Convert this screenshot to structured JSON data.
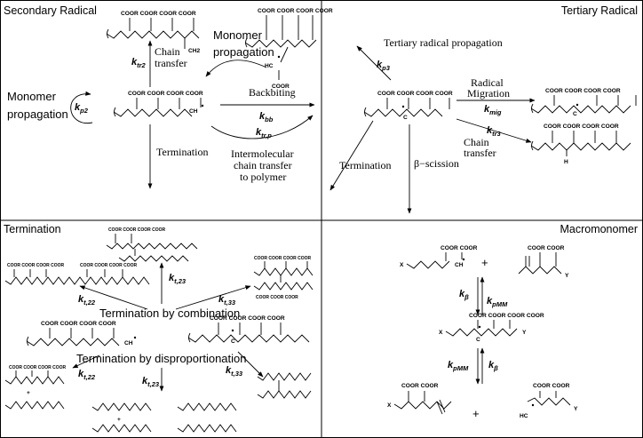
{
  "panels": {
    "secondary": "Secondary Radical",
    "tertiary": "Tertiary Radical",
    "termination": "Termination",
    "macromonomer": "Macromonomer"
  },
  "labels": {
    "monomer_propagation_line1": "Monomer",
    "monomer_propagation_line2": "propagation",
    "monomer_propagation_top_line1": "Monomer",
    "monomer_propagation_top_line2": "propagation",
    "chain_transfer_line1": "Chain",
    "chain_transfer_line2": "transfer",
    "backbiting": "Backbiting",
    "intermolecular_line1": "Intermolecular",
    "intermolecular_line2": "chain transfer",
    "intermolecular_line3": "to polymer",
    "termination_secondary": "Termination",
    "tertiary_radical_propagation": "Tertiary radical propagation",
    "radical_migration_line1": "Radical",
    "radical_migration_line2": "Migration",
    "chain_transfer_tert_line1": "Chain",
    "chain_transfer_tert_line2": "transfer",
    "termination_tertiary": "Termination",
    "beta_scission": "β−scission",
    "termination_by_combination": "Termination by combination",
    "termination_by_disproportionation": "Termination by disproportionation"
  },
  "rate_constants": {
    "ktr2": {
      "k": "k",
      "sub": "tr2"
    },
    "kp2": {
      "k": "k",
      "sub": "p2"
    },
    "kbb": {
      "k": "k",
      "sub": "bb"
    },
    "ktrp": {
      "k": "k",
      "sub": "tr,p"
    },
    "kp3": {
      "k": "k",
      "sub": "p3"
    },
    "kmig": {
      "k": "k",
      "sub": "mig"
    },
    "ktr3": {
      "k": "k",
      "sub": "tr3"
    },
    "kt23_top": {
      "k": "k",
      "sub": "t,23"
    },
    "kt22_top": {
      "k": "k",
      "sub": "t,22"
    },
    "kt33_top": {
      "k": "k",
      "sub": "t,33"
    },
    "kt22_bot": {
      "k": "k",
      "sub": "t,22"
    },
    "kt23_bot": {
      "k": "k",
      "sub": "t,23"
    },
    "kt33_bot": {
      "k": "k",
      "sub": "t,33"
    },
    "kbeta_top": {
      "k": "k",
      "sub": "β"
    },
    "kpMM_top": {
      "k": "k",
      "sub": "pMM"
    },
    "kpMM_bot": {
      "k": "k",
      "sub": "pMM"
    },
    "kbeta_bot": {
      "k": "k",
      "sub": "β"
    }
  },
  "chem": {
    "coor4": "COOR COOR COOR COOR",
    "coor4_b": "COOR COOR COOR COOR",
    "coor4_c": "COOR COOR COOR COOR",
    "coor4_d": "COOR COOR COOR COOR",
    "coor4_e": "COOR COOR COOR COOR",
    "coor4_f": "COOR COOR COOR COOR",
    "coor4_g": "COOR COOR COOR COOR",
    "coor3_h": "COOR COOR COOR",
    "coor_i": "COOR COOR",
    "coor_j": "COOR COOR",
    "coor_k": "COOR COOR",
    "coor_l": "COOR COOR",
    "coor_m": "COOR COOR",
    "coor_n": "COOR COOR",
    "coor_single": "COOR",
    "coor_single_b": "COOR",
    "ch2": "CH2",
    "ch_radical": "CH",
    "hc": "HC",
    "c_radical": "C",
    "c_radical_b": "C",
    "h_atom": "H",
    "x_a": "X",
    "x_b": "X",
    "x_c": "X",
    "y_a": "Y",
    "y_b": "Y",
    "y_c": "Y",
    "plus": "+",
    "plus_b": "+"
  }
}
